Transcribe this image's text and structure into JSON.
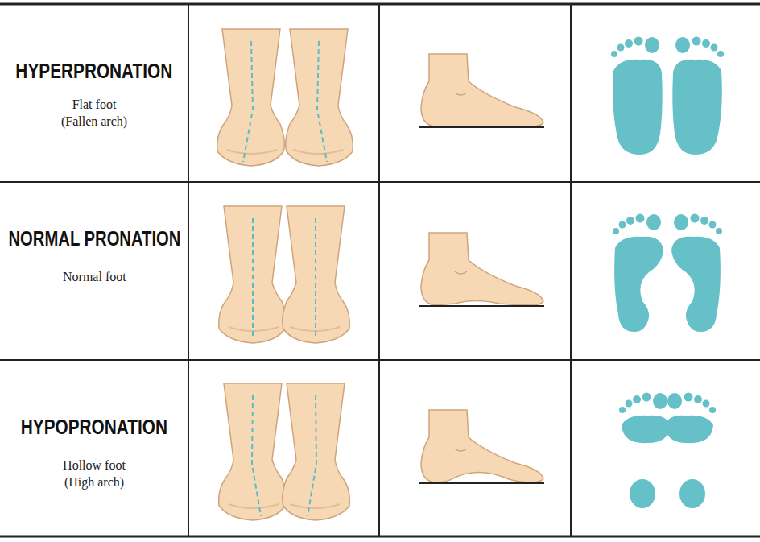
{
  "diagram": {
    "labels": [
      "HYPERPRONATION",
      "Flat foot (Fallen arch)",
      "NORMAL PRONATION",
      "Normal foot",
      "HYPOPRONATION",
      "Hollow foot (High arch)"
    ]
  }
}
